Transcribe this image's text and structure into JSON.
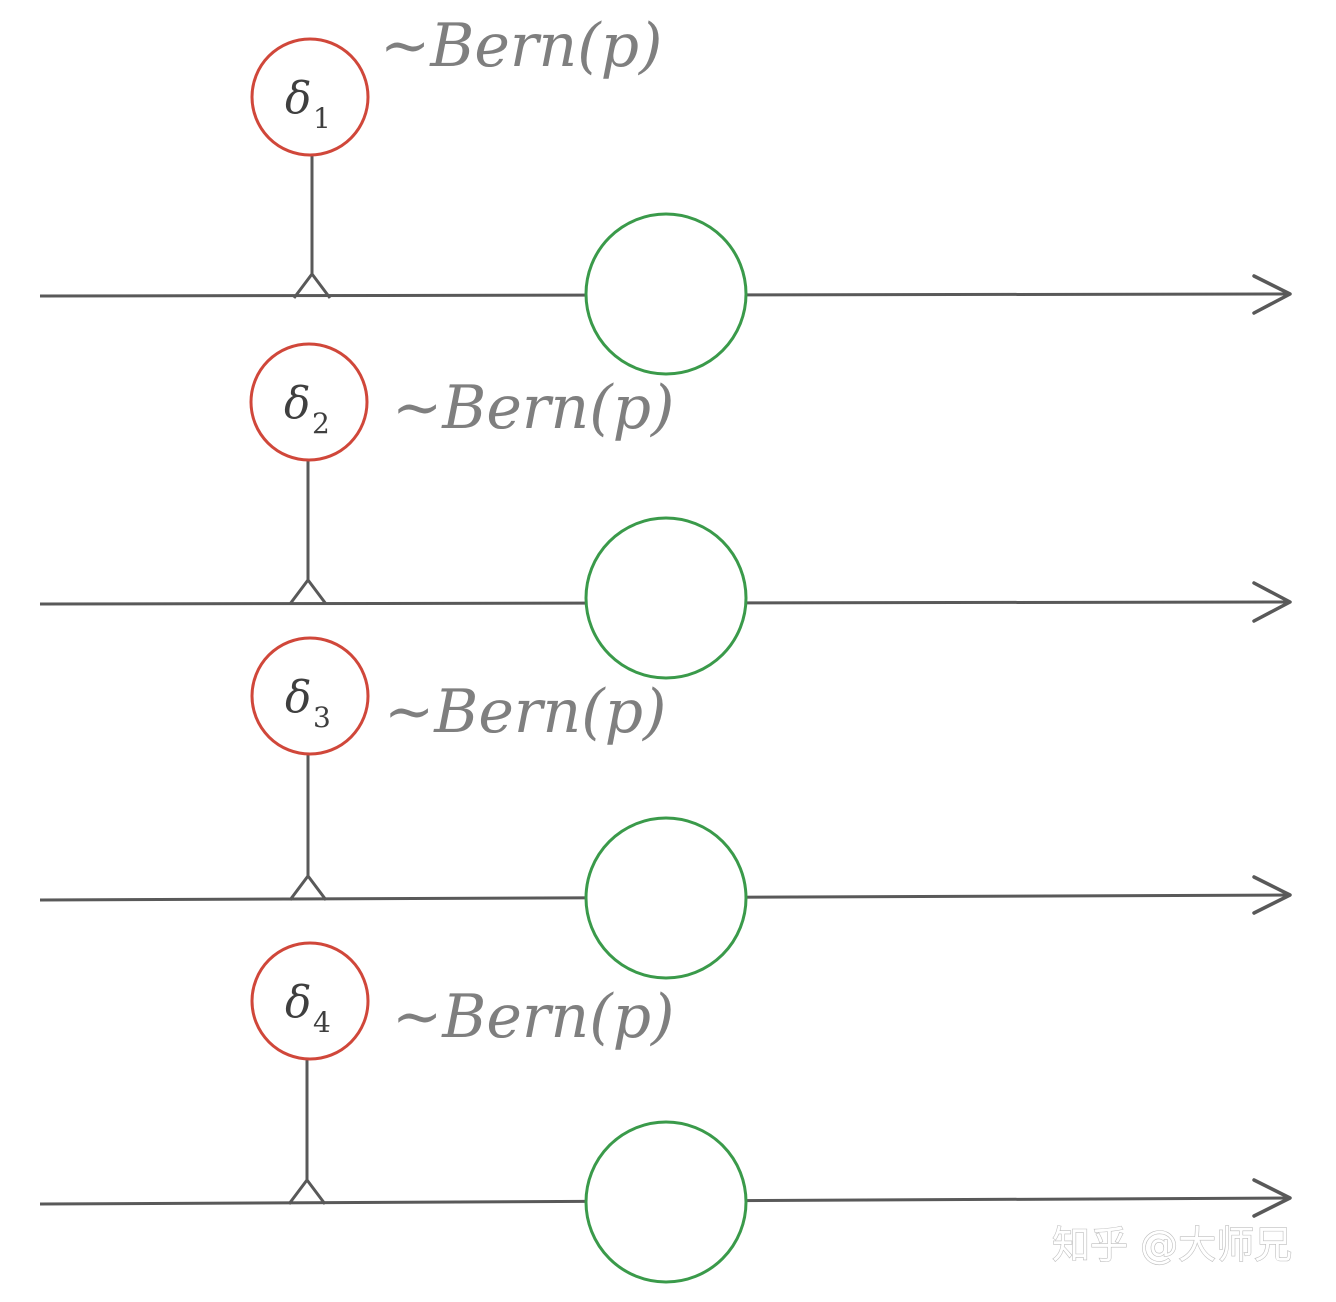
{
  "colors": {
    "line": "#595959",
    "dropout_variable_circle": "#d0473a",
    "neuron_circle": "#3a9a4a",
    "distribution_text": "#7f7f7f",
    "symbol_text": "#3f3f3f"
  },
  "rows": [
    {
      "symbol": "δ",
      "subscript": "1",
      "distribution": "~Bern(p)"
    },
    {
      "symbol": "δ",
      "subscript": "2",
      "distribution": "~Bern(p)"
    },
    {
      "symbol": "δ",
      "subscript": "3",
      "distribution": "~Bern(p)"
    },
    {
      "symbol": "δ",
      "subscript": "4",
      "distribution": "~Bern(p)"
    }
  ],
  "watermark": "知乎 @大师兄"
}
